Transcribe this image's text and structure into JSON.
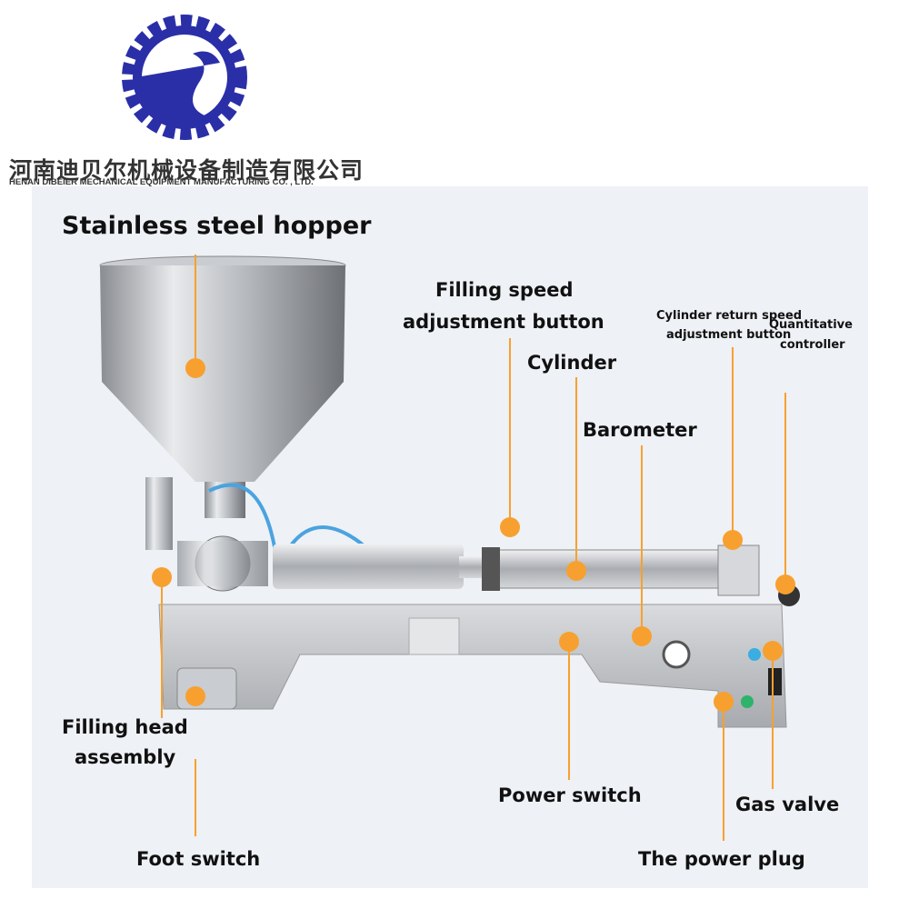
{
  "company": {
    "name_cn": "河南迪贝尔机械设备制造有限公司",
    "name_en": "HENAN DIBEIER MECHANICAL EQUIPMENT MANUFACTURING CO. , LTD."
  },
  "colors": {
    "marker": "#f7a030",
    "logo": "#2a2fa8",
    "background": "#eef1f5"
  },
  "labels": {
    "hopper": "Stainless steel hopper",
    "filling_speed_1": "Filling speed",
    "filling_speed_2": "adjustment button",
    "cylinder": "Cylinder",
    "barometer": "Barometer",
    "return_speed_1": "Cylinder return speed",
    "return_speed_2": "adjustment button",
    "quantitative_1": "Quantitative",
    "quantitative_2": "controller",
    "filling_head_1": "Filling head",
    "filling_head_2": "assembly",
    "foot_switch": "Foot switch",
    "power_switch": "Power switch",
    "gas_valve": "Gas valve",
    "power_plug": "The power plug"
  }
}
